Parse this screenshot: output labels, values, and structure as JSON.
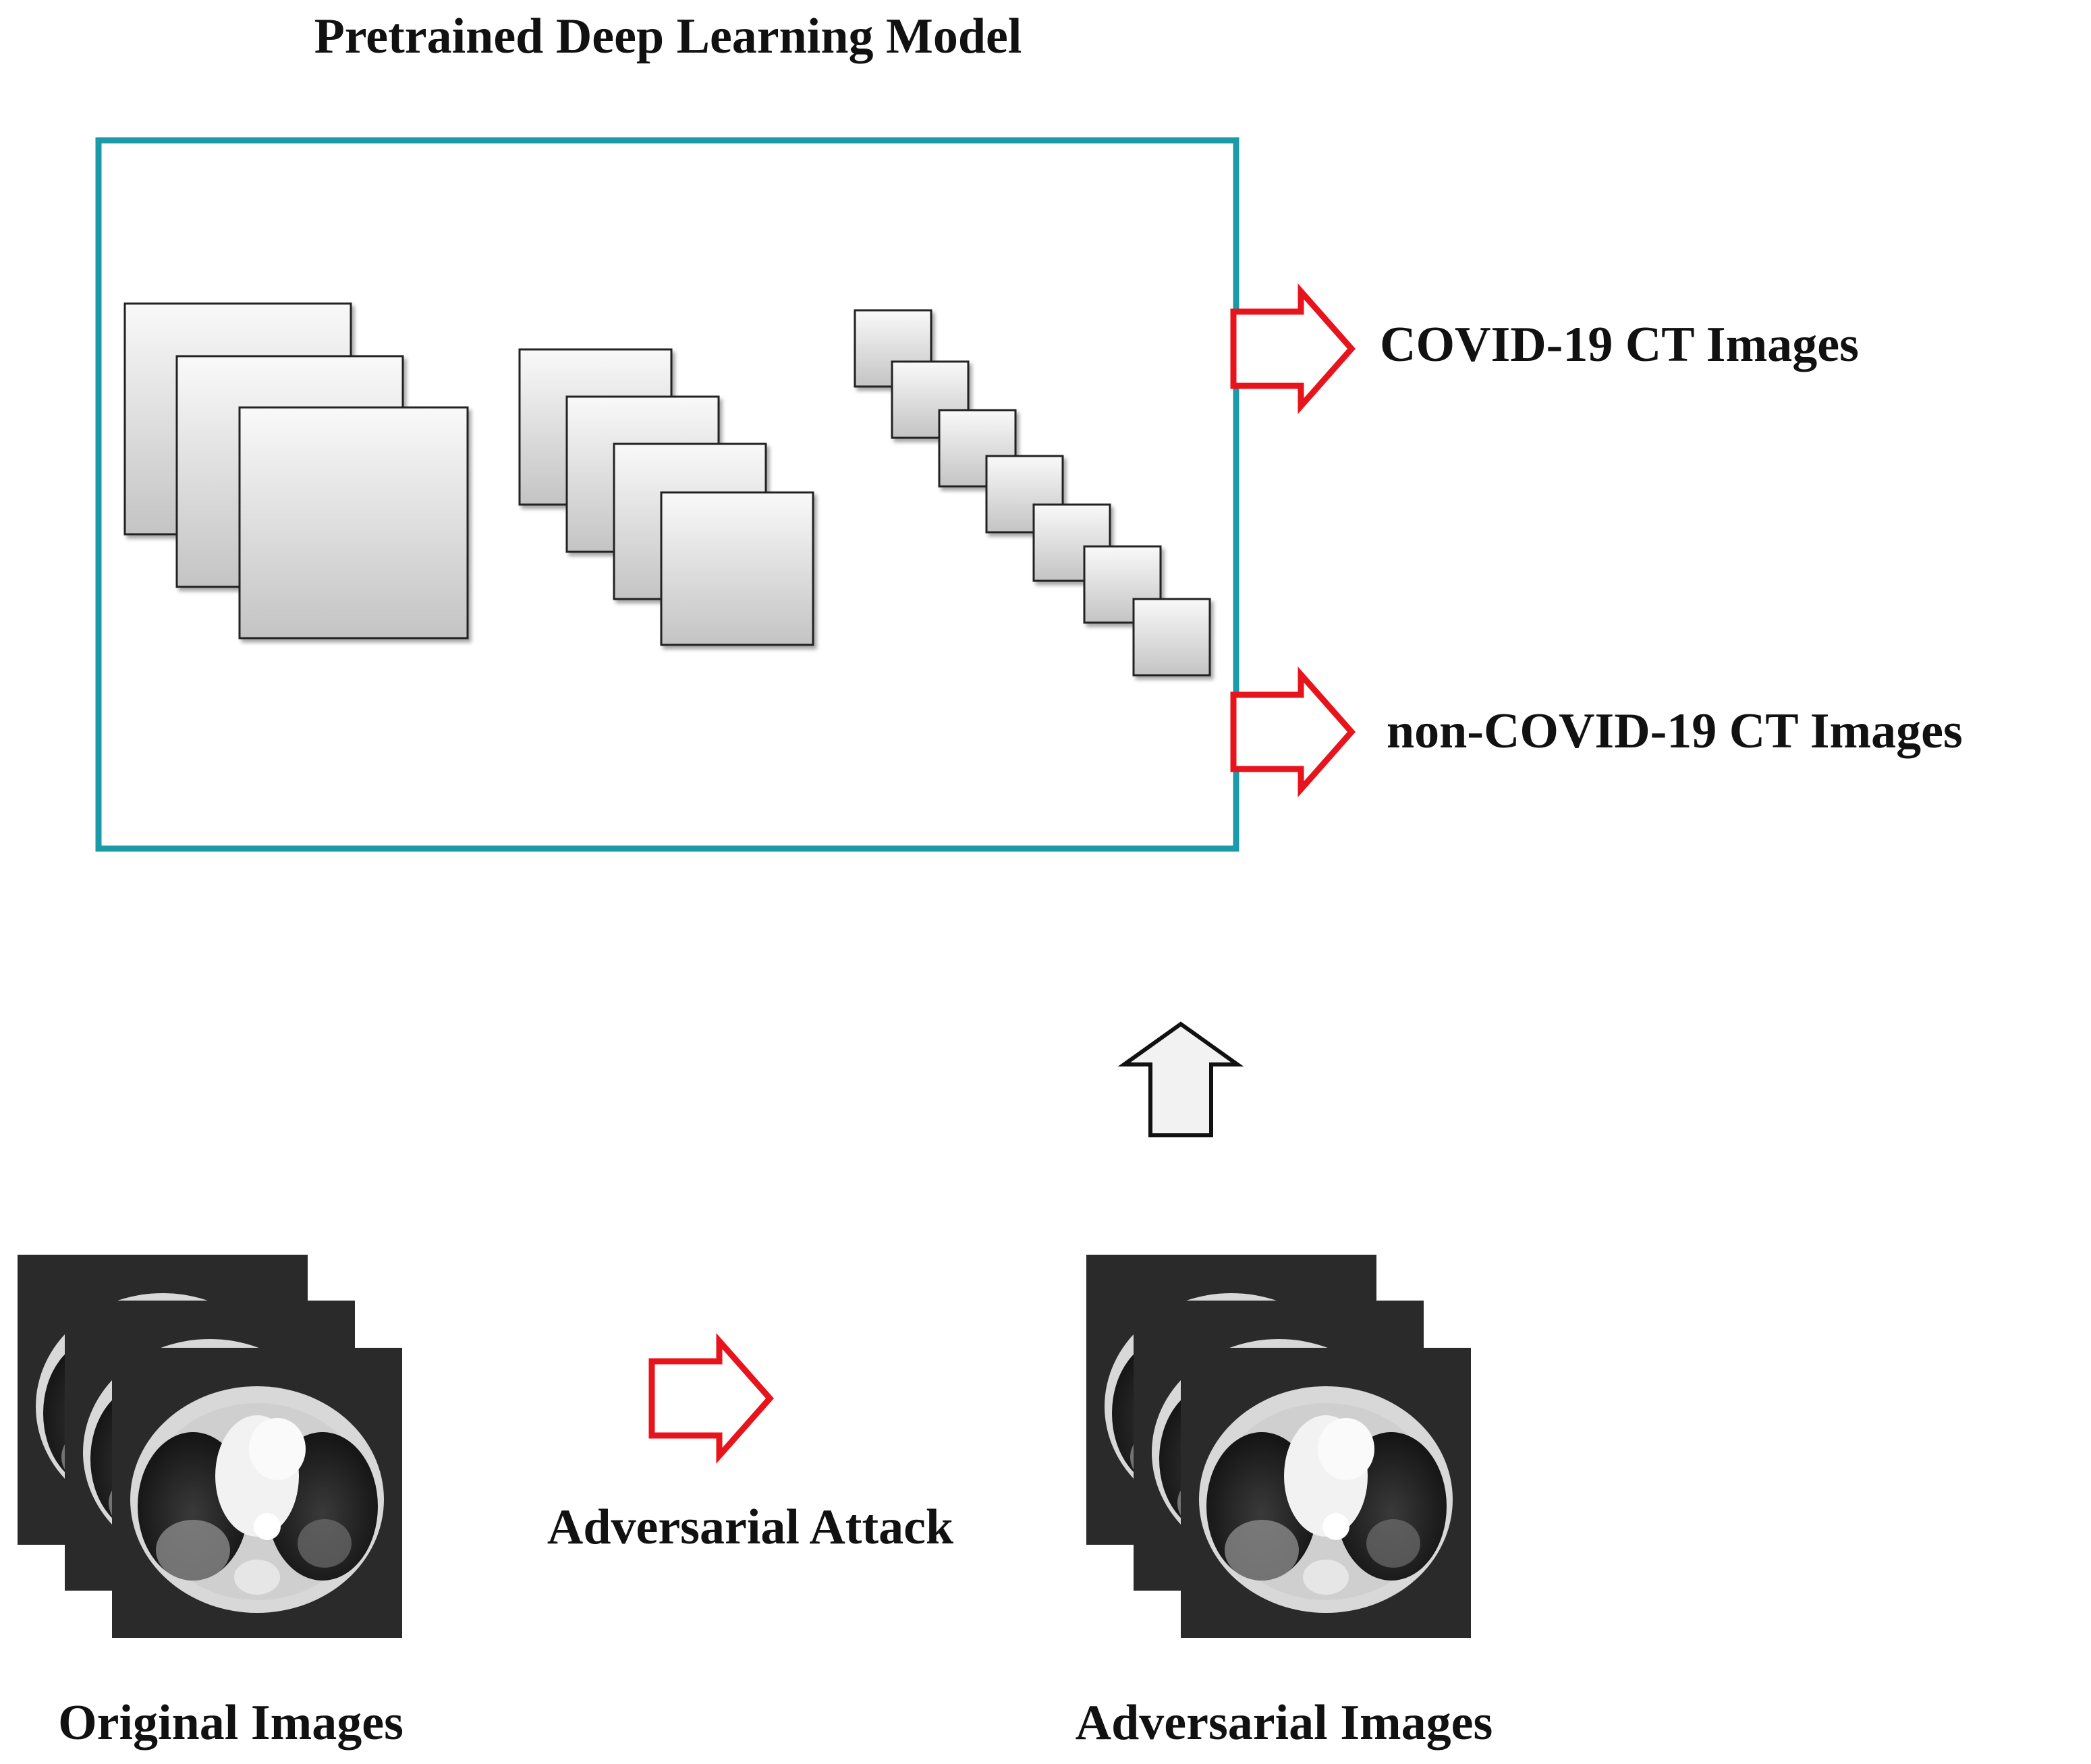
{
  "title": "Pretrained Deep Learning Model",
  "outputs": {
    "covid": "COVID-19 CT Images",
    "non_covid": "non-COVID-19 CT Images"
  },
  "attack_label": "Adversarial Attack",
  "original_label": "Original Images",
  "adversarial_label": "Adversarial Images",
  "colors": {
    "model_border": "#1b9aa8",
    "arrow_red": "#e8141c",
    "feature_map_light": "#f7f7f7",
    "feature_map_dark": "#c9c9c9"
  },
  "icons": [
    "red-hollow-arrow-icon",
    "gray-up-arrow-icon",
    "feature-map-stack-icon",
    "ct-scan-stack-icon"
  ]
}
